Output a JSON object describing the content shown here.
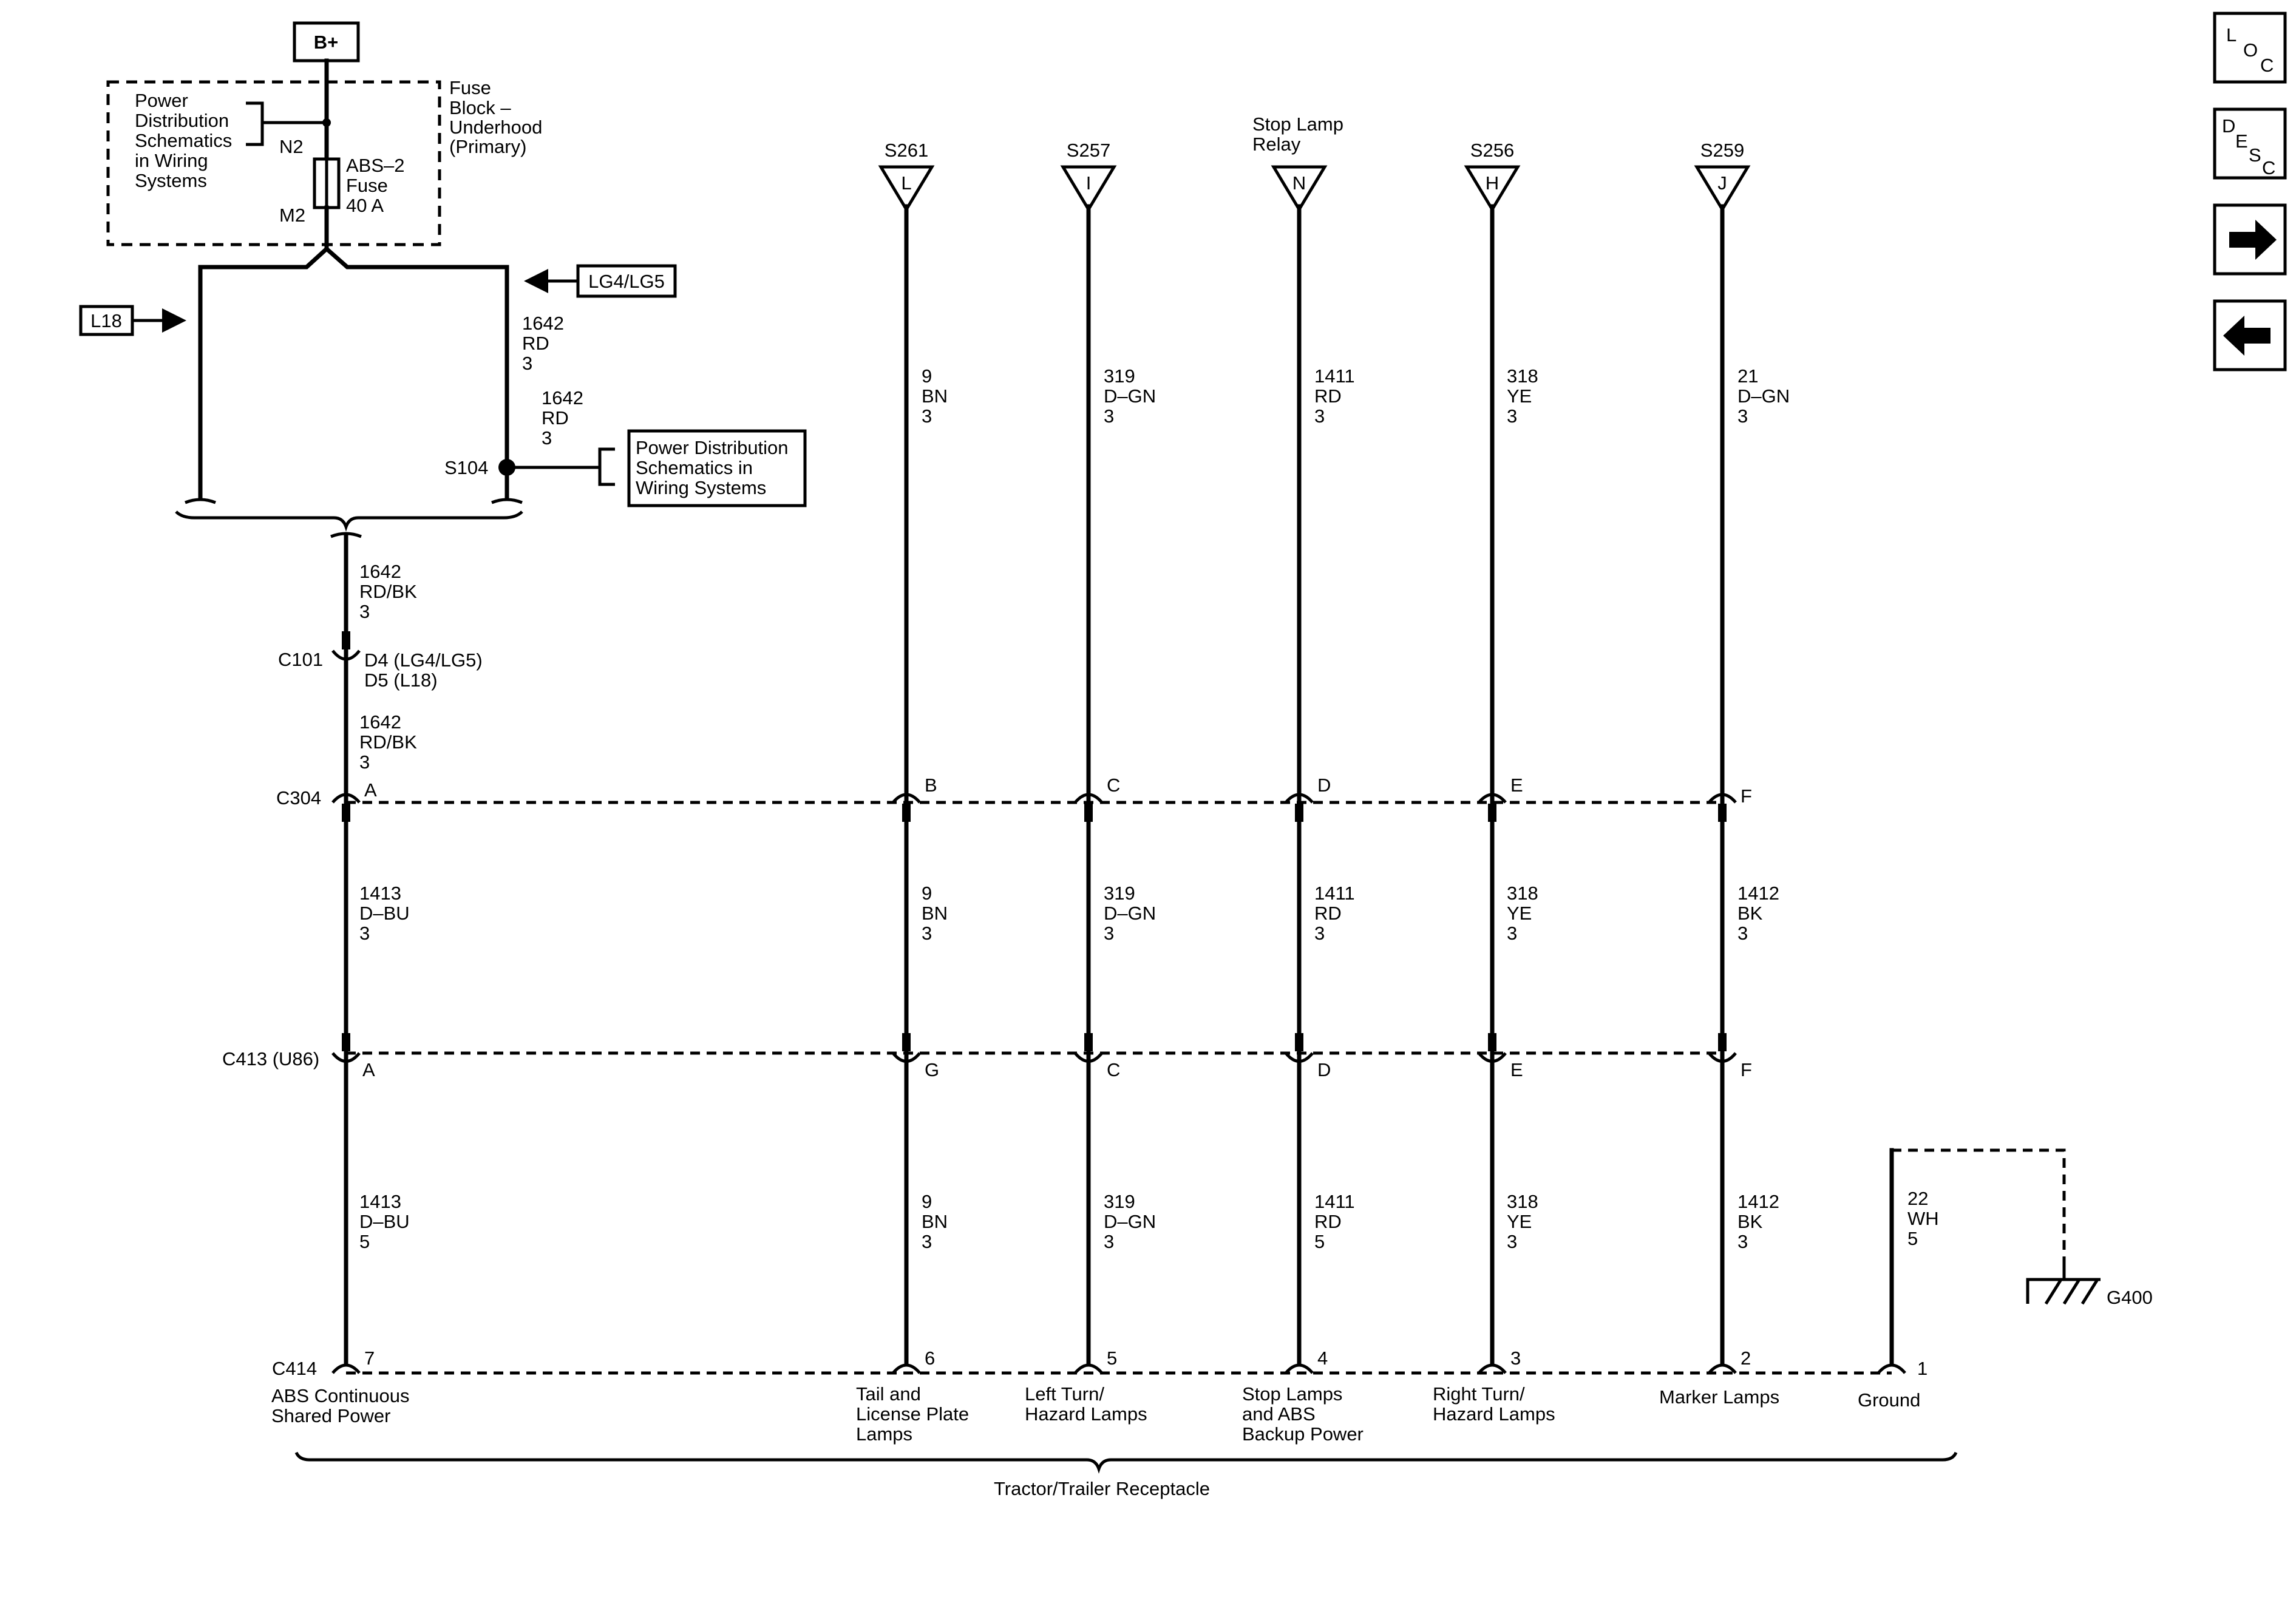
{
  "battery": "B+",
  "fuse_block": {
    "line1": "Fuse",
    "line2": "Block –",
    "line3": "Underhood",
    "line4": "(Primary)"
  },
  "pd_ref_top": {
    "line1": "Power",
    "line2": "Distribution",
    "line3": "Schematics",
    "line4": "in Wiring",
    "line5": "Systems"
  },
  "n2": "N2",
  "m2": "M2",
  "fuse": {
    "line1": "ABS–2",
    "line2": "Fuse",
    "line3": "40 A"
  },
  "opt_left": "L18",
  "opt_right": "LG4/LG5",
  "wire_1642_a": {
    "id": "1642",
    "color": "RD",
    "size": "3"
  },
  "wire_1642_b": {
    "id": "1642",
    "color": "RD",
    "size": "3"
  },
  "s104": "S104",
  "pd_ref_mid": {
    "line1": "Power Distribution",
    "line2": "Schematics in",
    "line3": "Wiring  Systems"
  },
  "wire_1642_bk_a": {
    "id": "1642",
    "color": "RD/BK",
    "size": "3"
  },
  "c101": {
    "name": "C101",
    "pin1": "D4 (LG4/LG5)",
    "pin2": "D5 (L18)"
  },
  "wire_1642_bk_b": {
    "id": "1642",
    "color": "RD/BK",
    "size": "3"
  },
  "c304": {
    "name": "C304",
    "pins": [
      "A",
      "B",
      "C",
      "D",
      "E",
      "F"
    ]
  },
  "wire_1413_a": {
    "id": "1413",
    "color": "D–BU",
    "size": "3"
  },
  "c413": {
    "name": "C413 (U86)",
    "pins": [
      "A",
      "G",
      "C",
      "D",
      "E",
      "F"
    ]
  },
  "wire_1413_b": {
    "id": "1413",
    "color": "D–BU",
    "size": "5"
  },
  "c414": {
    "name": "C414",
    "pins": [
      "7",
      "6",
      "5",
      "4",
      "3",
      "2",
      "1"
    ]
  },
  "splices": [
    "S261",
    "S257",
    "S256",
    "S259"
  ],
  "stop_relay": {
    "line1": "Stop Lamp",
    "line2": "Relay"
  },
  "triangles": [
    "L",
    "I",
    "N",
    "H",
    "J"
  ],
  "upper_wires": [
    {
      "id": "9",
      "color": "BN",
      "size": "3"
    },
    {
      "id": "319",
      "color": "D–GN",
      "size": "3"
    },
    {
      "id": "1411",
      "color": "RD",
      "size": "3"
    },
    {
      "id": "318",
      "color": "YE",
      "size": "3"
    },
    {
      "id": "21",
      "color": "D–GN",
      "size": "3"
    }
  ],
  "mid_wires": [
    {
      "id": "9",
      "color": "BN",
      "size": "3"
    },
    {
      "id": "319",
      "color": "D–GN",
      "size": "3"
    },
    {
      "id": "1411",
      "color": "RD",
      "size": "3"
    },
    {
      "id": "318",
      "color": "YE",
      "size": "3"
    },
    {
      "id": "1412",
      "color": "BK",
      "size": "3"
    }
  ],
  "low_wires": [
    {
      "id": "9",
      "color": "BN",
      "size": "3"
    },
    {
      "id": "319",
      "color": "D–GN",
      "size": "3"
    },
    {
      "id": "1411",
      "color": "RD",
      "size": "5"
    },
    {
      "id": "318",
      "color": "YE",
      "size": "3"
    },
    {
      "id": "1412",
      "color": "BK",
      "size": "3"
    },
    {
      "id": "22",
      "color": "WH",
      "size": "5"
    }
  ],
  "ground_ref": "G400",
  "functions": {
    "abs": {
      "line1": "ABS Continuous",
      "line2": "Shared Power"
    },
    "tail": {
      "line1": "Tail and",
      "line2": "License Plate",
      "line3": "Lamps"
    },
    "left": {
      "line1": "Left Turn/",
      "line2": "Hazard Lamps"
    },
    "stop": {
      "line1": "Stop Lamps",
      "line2": "and ABS",
      "line3": "Backup Power"
    },
    "right": {
      "line1": "Right Turn/",
      "line2": "Hazard Lamps"
    },
    "marker": "Marker Lamps",
    "ground": "Ground"
  },
  "receptacle": "Tractor/Trailer Receptacle",
  "nav": {
    "loc": [
      "L",
      "O",
      "C"
    ],
    "desc": [
      "D",
      "E",
      "S",
      "C"
    ]
  }
}
